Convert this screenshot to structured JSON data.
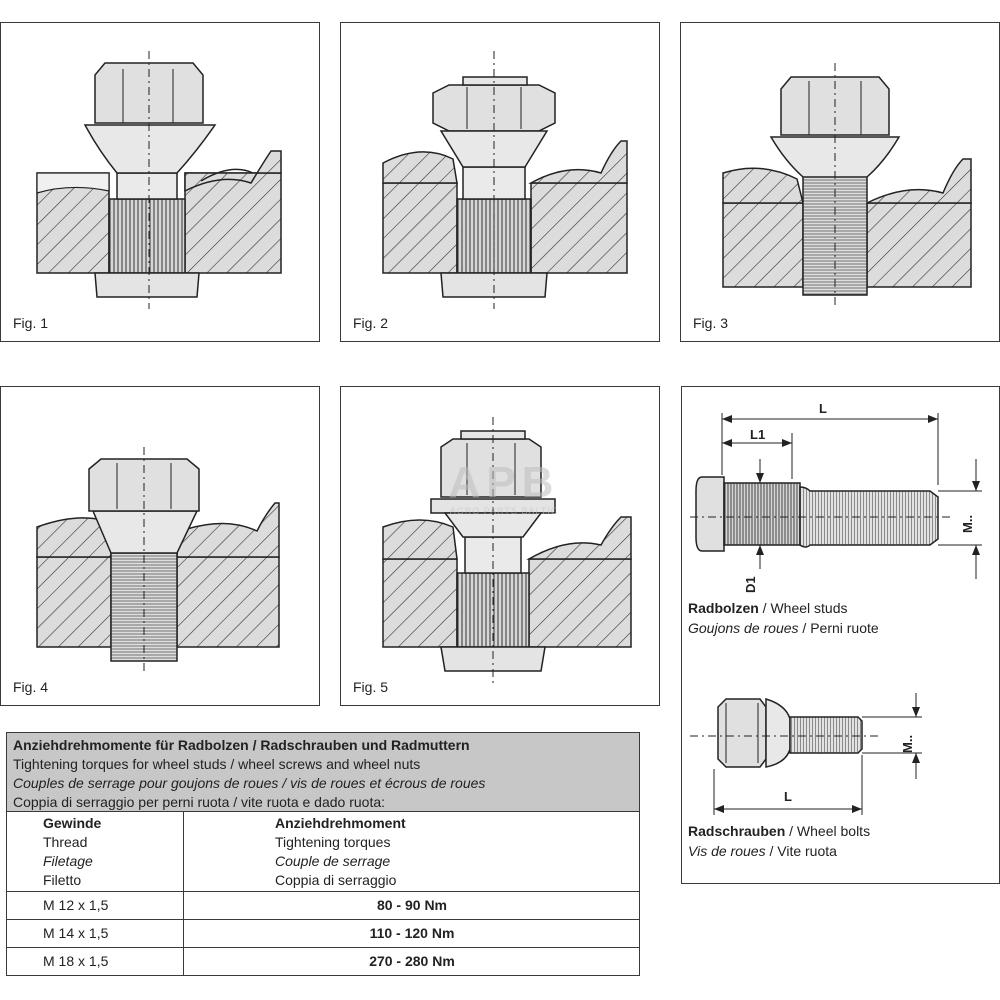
{
  "figures": [
    {
      "id": "fig1",
      "label": "Fig. 1"
    },
    {
      "id": "fig2",
      "label": "Fig. 2"
    },
    {
      "id": "fig3",
      "label": "Fig. 3"
    },
    {
      "id": "fig4",
      "label": "Fig. 4"
    },
    {
      "id": "fig5",
      "label": "Fig. 5"
    }
  ],
  "watermark": {
    "logo": "APB",
    "text": "AGRO PARTS BALTIC"
  },
  "dimensions_panel": {
    "stud_dims": {
      "L": "L",
      "L1": "L1",
      "D1": "D1",
      "M": "M.."
    },
    "stud_caption": {
      "line1_bold": "Radbolzen",
      "line1_rest": " / Wheel studs",
      "line2_italic": "Goujons de roues",
      "line2_rest": " / Perni ruote"
    },
    "bolt_dims": {
      "L": "L",
      "M": "M.."
    },
    "bolt_caption": {
      "line1_bold": "Radschrauben",
      "line1_rest": " / Wheel bolts",
      "line2_italic": "Vis de roues",
      "line2_rest": " / Vite ruota"
    }
  },
  "torque_table": {
    "title_de": "Anziehdrehmomente für Radbolzen / Radschrauben und Radmuttern",
    "title_en": "Tightening torques for wheel studs / wheel screws and wheel nuts",
    "title_fr": "Couples de serrage pour goujons de roues / vis de roues et écrous de roues",
    "title_it": "Coppia di serraggio per perni ruota / vite ruota e dado ruota:",
    "col1": {
      "de": "Gewinde",
      "en": "Thread",
      "fr": "Filetage",
      "it": "Filetto"
    },
    "col2": {
      "de": "Anziehdrehmoment",
      "en": "Tightening torques",
      "fr": "Couple de serrage",
      "it": "Coppia di serraggio"
    },
    "rows": [
      {
        "thread": "M 12 x 1,5",
        "torque": "80 - 90 Nm"
      },
      {
        "thread": "M 14 x 1,5",
        "torque": "110 - 120 Nm"
      },
      {
        "thread": "M 18 x 1,5",
        "torque": "270 - 280 Nm"
      }
    ]
  }
}
